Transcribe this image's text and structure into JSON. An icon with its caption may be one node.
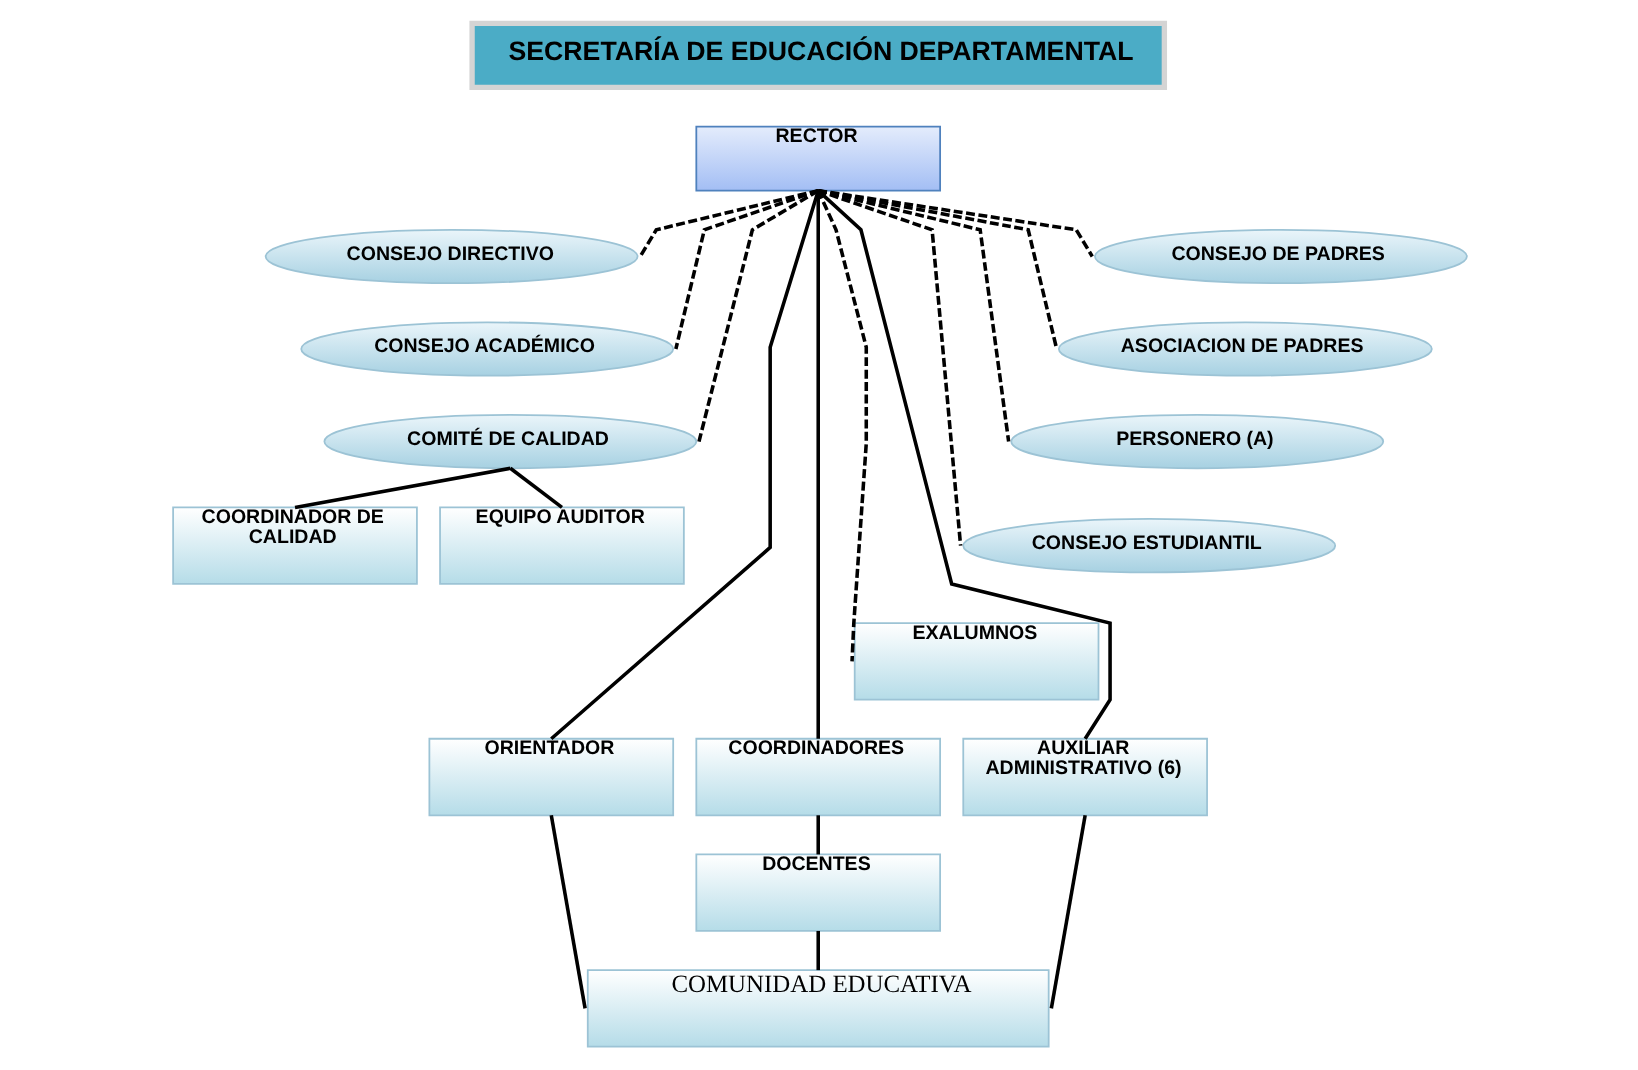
{
  "diagram": {
    "nodes": [
      {
        "text": [
          "SECRETARÍA DE EDUCACIÓN DEPARTAMENTAL"
        ]
      },
      {
        "text": [
          "RECTOR"
        ]
      },
      {
        "text": [
          "CONSEJO DIRECTIVO"
        ]
      },
      {
        "text": [
          "CONSEJO DE PADRES"
        ]
      },
      {
        "text": [
          "CONSEJO ACADÉMICO"
        ]
      },
      {
        "text": [
          "ASOCIACION DE PADRES"
        ]
      },
      {
        "text": [
          "COMITÉ DE CALIDAD"
        ]
      },
      {
        "text": [
          "PERSONERO (A)"
        ]
      },
      {
        "text": [
          "COORDINADOR DE CALIDAD"
        ]
      },
      {
        "text": [
          "EQUIPO AUDITOR"
        ]
      },
      {
        "text": [
          "CONSEJO ESTUDIANTIL"
        ]
      },
      {
        "text": [
          "EXALUMNOS"
        ]
      },
      {
        "text": [
          "ORIENTADOR"
        ]
      },
      {
        "text": [
          "COORDINADORES"
        ]
      },
      {
        "text": [
          "AUXILIAR ADMINISTRATIVO (6)"
        ]
      },
      {
        "text": [
          "DOCENTES"
        ]
      },
      {
        "text": [
          "COMUNIDAD EDUCATIVA"
        ]
      }
    ],
    "edges": [
      {
        "from": 1,
        "to": 2,
        "arrow": "none",
        "style": "dashed"
      },
      {
        "from": 1,
        "to": 4,
        "arrow": "none",
        "style": "dashed"
      },
      {
        "from": 1,
        "to": 6,
        "arrow": "none",
        "style": "dashed"
      },
      {
        "from": 6,
        "to": 8,
        "arrow": "none"
      },
      {
        "from": 6,
        "to": 9,
        "arrow": "none"
      },
      {
        "from": 1,
        "to": 12,
        "arrow": "none"
      },
      {
        "from": 1,
        "to": 13,
        "arrow": "none"
      },
      {
        "from": 1,
        "to": 11,
        "arrow": "none",
        "style": "dashed"
      },
      {
        "from": 1,
        "to": 14,
        "arrow": "none"
      },
      {
        "from": 1,
        "to": 10,
        "arrow": "none",
        "style": "dashed"
      },
      {
        "from": 1,
        "to": 7,
        "arrow": "none",
        "style": "dashed"
      },
      {
        "from": 1,
        "to": 5,
        "arrow": "none",
        "style": "dashed"
      },
      {
        "from": 1,
        "to": 3,
        "arrow": "none",
        "style": "dashed"
      },
      {
        "from": 13,
        "to": 15,
        "arrow": "none"
      },
      {
        "from": 12,
        "to": 16,
        "arrow": "none"
      },
      {
        "from": 15,
        "to": 16,
        "arrow": "none"
      },
      {
        "from": 14,
        "to": 16,
        "arrow": "none"
      }
    ]
  }
}
